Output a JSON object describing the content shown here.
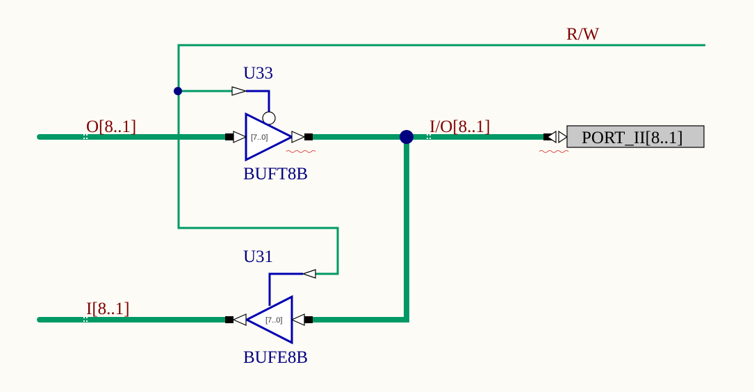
{
  "colors": {
    "background": "#fdfbf5",
    "wire": "#009966",
    "component": "#0000b0",
    "junction": "#000080",
    "net_label": "#7f0000",
    "ref_label": "#000080",
    "port_fill": "#c8c8c8"
  },
  "nets": {
    "rw": "R/W",
    "o_bus": "O[8..1]",
    "io_bus": "I/O[8..1]",
    "i_bus": "I[8..1]"
  },
  "components": {
    "u33": {
      "ref": "U33",
      "part": "BUFT8B",
      "pin_range": "[7..0]"
    },
    "u31": {
      "ref": "U31",
      "part": "BUFE8B",
      "pin_range": "[7..0]"
    }
  },
  "port": {
    "label": "PORT_II[8..1]"
  }
}
